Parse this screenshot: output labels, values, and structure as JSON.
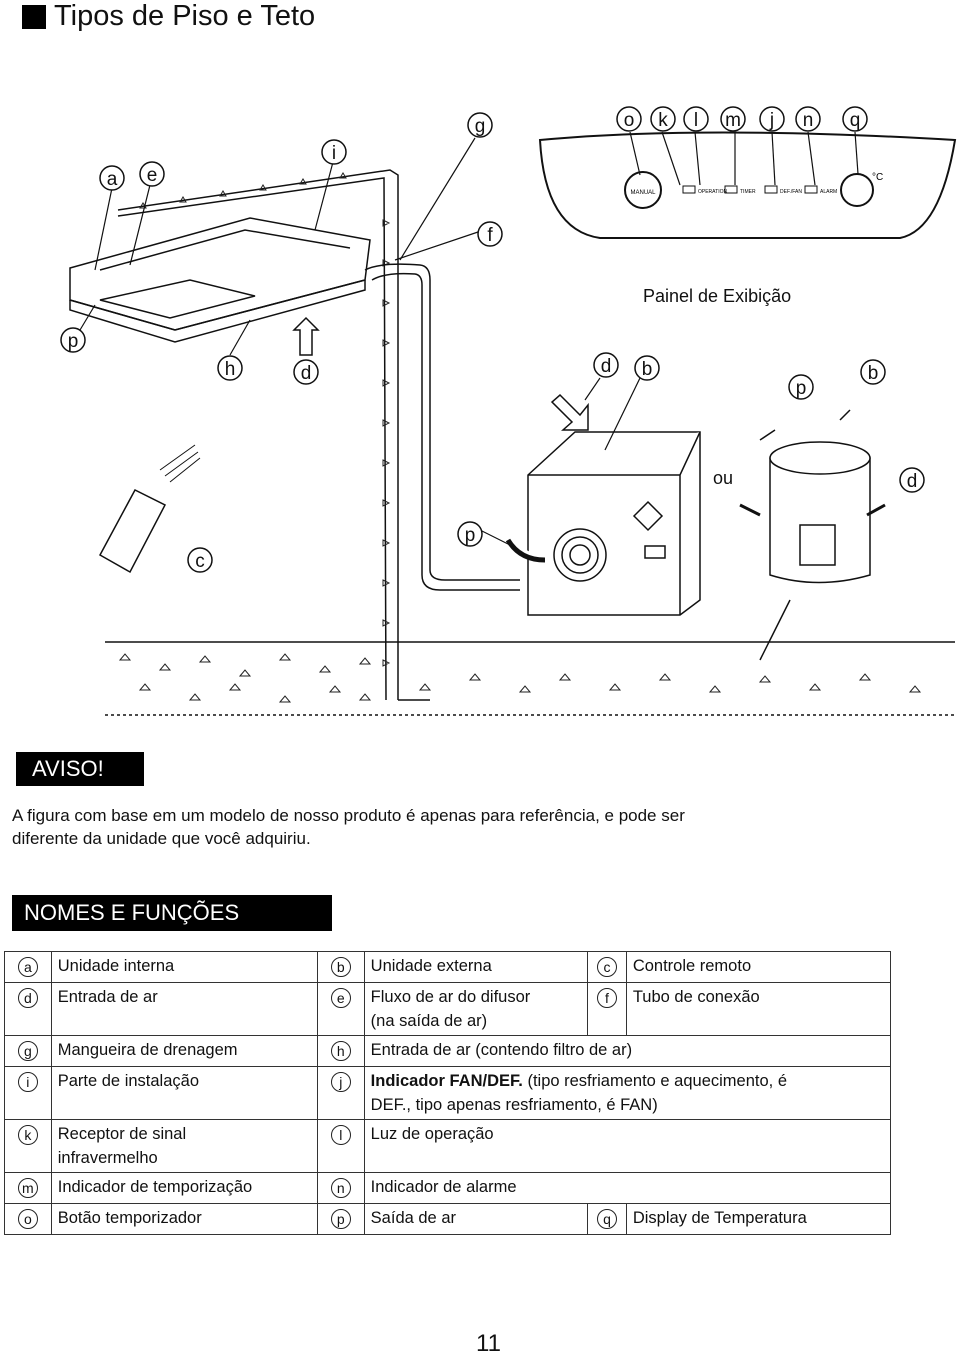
{
  "title": "Tipos de Piso e Teto",
  "figure": {
    "labels": {
      "a": "a",
      "e": "e",
      "i": "i",
      "g": "g",
      "f": "f",
      "p1": "p",
      "h": "h",
      "d1": "d",
      "c": "c",
      "d2": "d",
      "b1": "b",
      "p2": "p",
      "b2": "b",
      "d3": "d",
      "p3": "p",
      "o": "o",
      "k": "k",
      "l": "l",
      "m": "m",
      "j": "j",
      "n": "n",
      "q": "q"
    },
    "panel_caption": "Painel de Exibição",
    "ou": "ou",
    "panel_texts": {
      "manual": "MANUAL",
      "operation": "OPERATION",
      "timer": "TIMER",
      "defrun": "DEF./FAN",
      "alarm": "ALARM",
      "degc": "°C"
    }
  },
  "warning": {
    "label": "AVISO!",
    "text_line1": "A figura com base em um modelo de nosso produto é apenas para referência, e pode ser",
    "text_line2": "diferente da unidade que você adquiriu."
  },
  "section_title": "NOMES E FUNÇÕES",
  "table": {
    "r1": {
      "a": "a",
      "a_txt": "Unidade interna",
      "b": "b",
      "b_txt": "Unidade externa",
      "c": "c",
      "c_txt": "Controle remoto"
    },
    "r2": {
      "d": "d",
      "d_txt": "Entrada de ar",
      "e": "e",
      "e_txt1": "Fluxo de ar do difusor",
      "e_txt2": "(na saída de ar)",
      "f": "f",
      "f_txt": "Tubo de conexão"
    },
    "r3": {
      "g": "g",
      "g_txt": "Mangueira de drenagem",
      "h": "h",
      "h_txt": "Entrada de ar (contendo filtro de ar)"
    },
    "r4": {
      "i": "i",
      "i_txt": "Parte de instalação",
      "j": "j",
      "j_bold": "Indicador FAN/DEF.",
      "j_txt1": " (tipo resfriamento e aquecimento, é",
      "j_txt2": "DEF., tipo apenas resfriamento, é FAN)"
    },
    "r5": {
      "k": "k",
      "k_txt1": "Receptor de sinal",
      "k_txt2": "infravermelho",
      "l": "l",
      "l_txt": "Luz de operação"
    },
    "r6": {
      "m": "m",
      "m_txt": "Indicador de temporização",
      "n": "n",
      "n_txt": "Indicador de alarme"
    },
    "r7": {
      "o": "o",
      "o_txt": "Botão temporizador",
      "p": "p",
      "p_txt": "Saída de ar",
      "q": "q",
      "q_txt": "Display de Temperatura"
    }
  },
  "page_number": "11"
}
